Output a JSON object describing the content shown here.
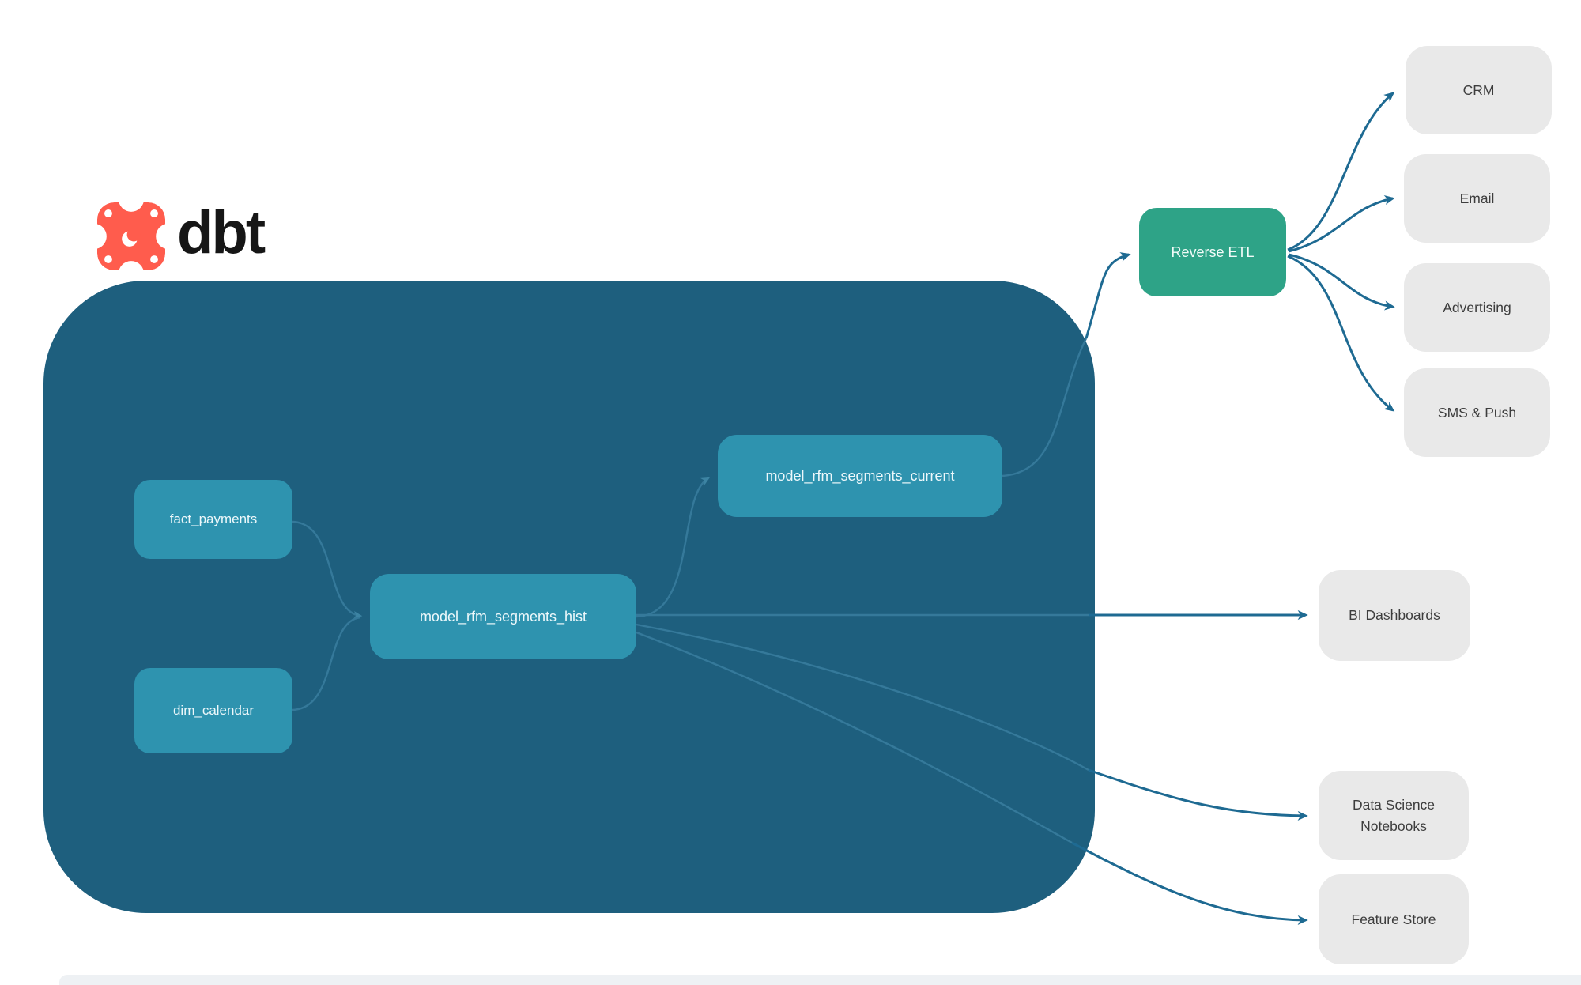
{
  "logo": {
    "brand": "dbt",
    "icon": "dbt-logo-icon",
    "brand_color": "#FF5C4D"
  },
  "diagram": {
    "colors": {
      "container": "#1E5F7E",
      "model_node": "#2E93AF",
      "reverse_etl_node": "#2EA387",
      "target_node": "#E9E9E9",
      "arrow_outside": "#1E6A92",
      "arrow_inside": "#35799A",
      "target_text": "#3D3D3D"
    },
    "nodes": {
      "fact_payments": {
        "label": "fact_payments"
      },
      "dim_calendar": {
        "label": "dim_calendar"
      },
      "model_rfm_segments_hist": {
        "label": "model_rfm_segments_hist"
      },
      "model_rfm_segments_current": {
        "label": "model_rfm_segments_current"
      },
      "reverse_etl": {
        "label": "Reverse ETL"
      },
      "crm": {
        "label": "CRM"
      },
      "email": {
        "label": "Email"
      },
      "advertising": {
        "label": "Advertising"
      },
      "sms_push": {
        "label": "SMS & Push"
      },
      "bi_dashboards": {
        "label": "BI Dashboards"
      },
      "data_science_notebooks": {
        "label": "Data Science Notebooks"
      },
      "feature_store": {
        "label": "Feature Store"
      }
    },
    "edges": [
      {
        "from": "fact_payments",
        "to": "model_rfm_segments_hist"
      },
      {
        "from": "dim_calendar",
        "to": "model_rfm_segments_hist"
      },
      {
        "from": "model_rfm_segments_hist",
        "to": "model_rfm_segments_current"
      },
      {
        "from": "model_rfm_segments_current",
        "to": "reverse_etl"
      },
      {
        "from": "reverse_etl",
        "to": "crm"
      },
      {
        "from": "reverse_etl",
        "to": "email"
      },
      {
        "from": "reverse_etl",
        "to": "advertising"
      },
      {
        "from": "reverse_etl",
        "to": "sms_push"
      },
      {
        "from": "model_rfm_segments_hist",
        "to": "bi_dashboards"
      },
      {
        "from": "model_rfm_segments_hist",
        "to": "data_science_notebooks"
      },
      {
        "from": "model_rfm_segments_hist",
        "to": "feature_store"
      }
    ]
  }
}
